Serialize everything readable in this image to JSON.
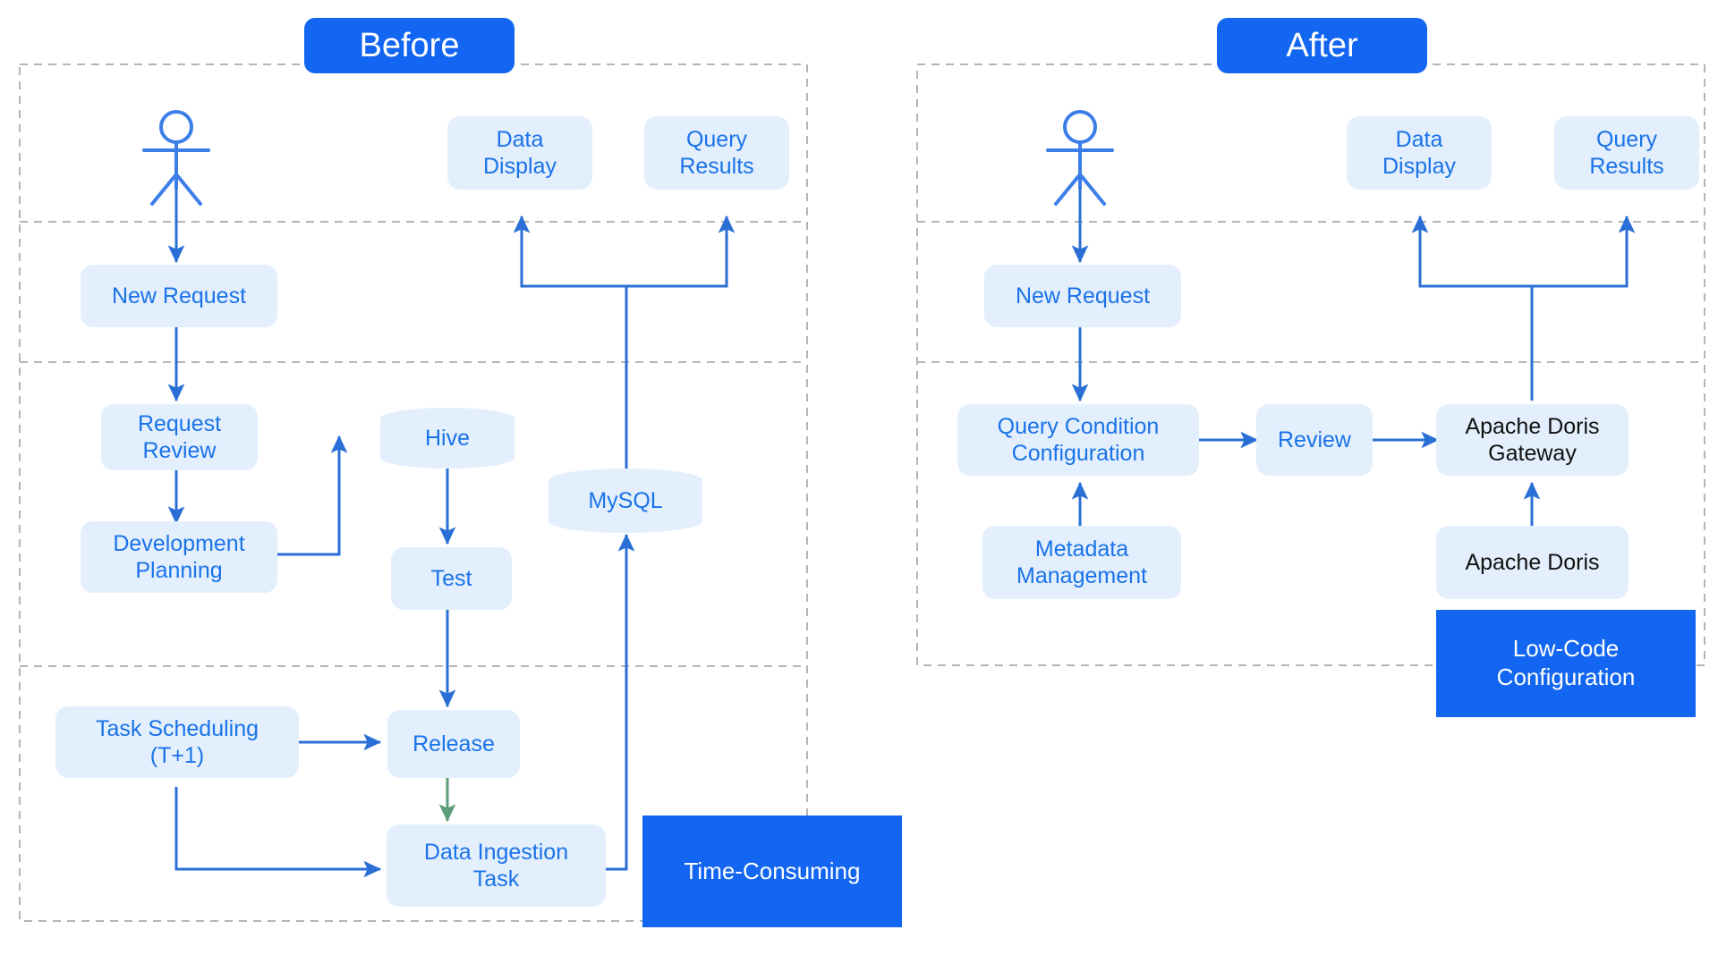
{
  "diagram": {
    "title_before": "Before",
    "title_after": "After",
    "accent_blue": "#1266f1",
    "node_fill": "#e3effc",
    "node_text": "#1a73e8",
    "lane_border": "#b3b3b3",
    "arrow_color": "#2a6fd6",
    "green_arrow_color": "#5c9e7a"
  },
  "before": {
    "badge": "Before",
    "actor": "user-actor",
    "nodes": {
      "new_request": "New Request",
      "request_review": "Request\nReview",
      "development_planning": "Development\nPlanning",
      "hive": "Hive",
      "test": "Test",
      "task_scheduling": "Task Scheduling\n(T+1)",
      "release": "Release",
      "data_ingestion_task": "Data Ingestion\nTask",
      "mysql": "MySQL",
      "data_display": "Data\nDisplay",
      "query_results": "Query\nResults"
    },
    "callout": "Time-Consuming"
  },
  "after": {
    "badge": "After",
    "actor": "user-actor",
    "nodes": {
      "new_request": "New Request",
      "query_condition_configuration": "Query Condition\nConfiguration",
      "review": "Review",
      "apache_doris_gateway": "Apache Doris\nGateway",
      "metadata_management": "Metadata\nManagement",
      "apache_doris": "Apache Doris",
      "data_display": "Data\nDisplay",
      "query_results": "Query\nResults"
    },
    "callout": "Low-Code\nConfiguration"
  }
}
